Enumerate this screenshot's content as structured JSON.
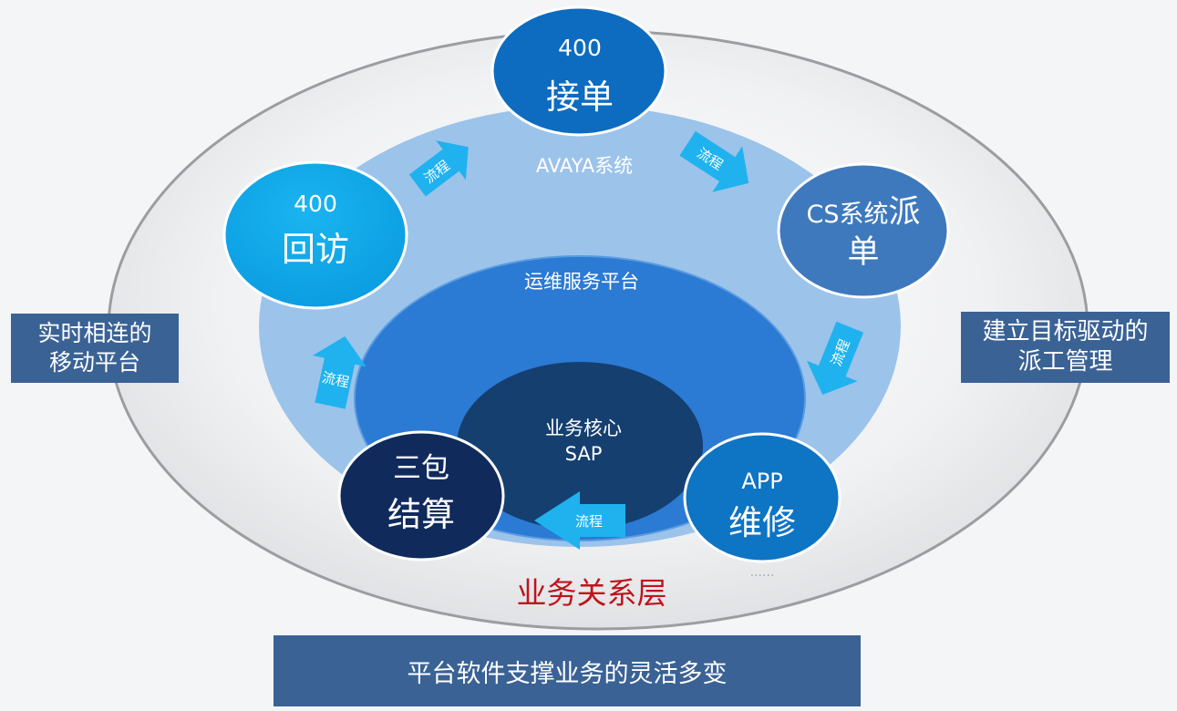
{
  "outer_label": "业务关系层",
  "ring_middle_label": "AVAYA系统",
  "ring_inner_label": "运维服务平台",
  "core": {
    "line1": "业务核心",
    "line2": "SAP"
  },
  "nodes": {
    "order": {
      "line1": "400",
      "line2": "接单"
    },
    "dispatch": {
      "line1": "CS系统派",
      "line2": "单"
    },
    "repair": {
      "line1": "APP",
      "line2": "维修"
    },
    "settle": {
      "line1": "三包",
      "line2": "结算"
    },
    "revisit": {
      "line1": "400",
      "line2": "回访"
    }
  },
  "flow_label": "流程",
  "ellipsis": "......",
  "left_box": {
    "line1": "实时相连的",
    "line2": "移动平台"
  },
  "right_box": {
    "line1": "建立目标驱动的",
    "line2": "派工管理"
  },
  "bottom_banner": "平台软件支撑业务的灵活多变",
  "colors": {
    "outer_ring": "#e2e3e5",
    "middle_ring": "#9cc3ea",
    "inner_ring": "#2b7ad3",
    "core": "#153f6f",
    "arrow": "#1fb2ee",
    "banner": "#3a6295",
    "relation_text": "#c0141c"
  }
}
